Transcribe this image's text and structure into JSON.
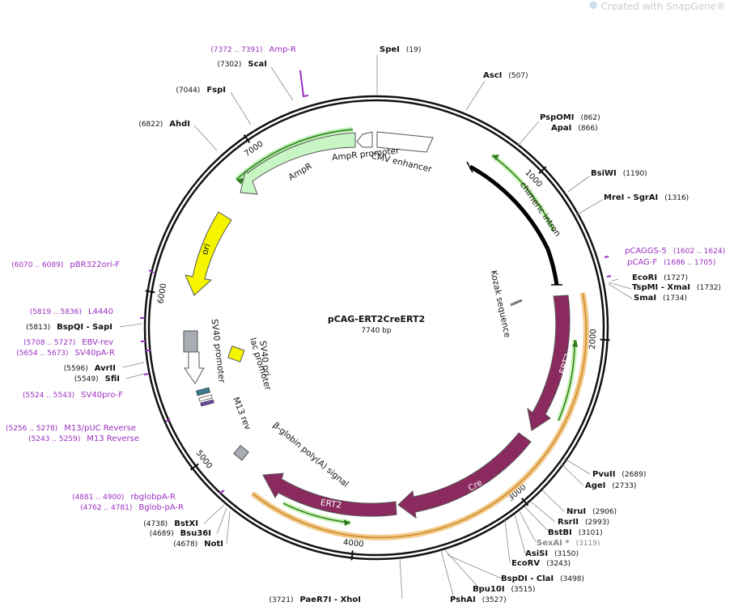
{
  "watermark": "Created with SnapGene®",
  "plasmid": {
    "name": "pCAG-ERT2CreERT2",
    "size": "7740 bp"
  },
  "ticks": [
    "1000",
    "2000",
    "3000",
    "4000",
    "5000",
    "6000",
    "7000"
  ],
  "sites": [
    {
      "name": "SpeI",
      "pos": "(19)"
    },
    {
      "name": "AscI",
      "pos": "(507)"
    },
    {
      "name": "PspOMI",
      "pos": "(862)"
    },
    {
      "name": "ApaI",
      "pos": "(866)"
    },
    {
      "name": "BsiWI",
      "pos": "(1190)"
    },
    {
      "name": "MreI  -  SgrAI",
      "pos": "(1316)"
    },
    {
      "name": "EcoRI",
      "pos": "(1727)"
    },
    {
      "name": "TspMI  -  XmaI",
      "pos": "(1732)"
    },
    {
      "name": "SmaI",
      "pos": "(1734)"
    },
    {
      "name": "PvuII",
      "pos": "(2689)"
    },
    {
      "name": "AgeI",
      "pos": "(2733)"
    },
    {
      "name": "NruI",
      "pos": "(2906)"
    },
    {
      "name": "RsrII",
      "pos": "(2993)"
    },
    {
      "name": "BstBI",
      "pos": "(3101)"
    },
    {
      "name": "SexAI *",
      "pos": "(3119)"
    },
    {
      "name": "AsiSI",
      "pos": "(3150)"
    },
    {
      "name": "EcoRV",
      "pos": "(3243)"
    },
    {
      "name": "BspDI  -  ClaI",
      "pos": "(3498)"
    },
    {
      "name": "Bpu10I",
      "pos": "(3515)"
    },
    {
      "name": "PshAI",
      "pos": "(3527)"
    },
    {
      "name": "PaeR7I  -  XhoI",
      "pos": "(3721)"
    },
    {
      "name": "NotI",
      "pos": "(4678)"
    },
    {
      "name": "Bsu36I",
      "pos": "(4689)"
    },
    {
      "name": "BstXI",
      "pos": "(4738)"
    },
    {
      "name": "SfiI",
      "pos": "(5549)"
    },
    {
      "name": "AvrII",
      "pos": "(5596)"
    },
    {
      "name": "BspQI  -  SapI",
      "pos": "(5813)"
    },
    {
      "name": "AhdI",
      "pos": "(6822)"
    },
    {
      "name": "FspI",
      "pos": "(7044)"
    },
    {
      "name": "ScaI",
      "pos": "(7302)"
    }
  ],
  "primers": [
    {
      "name": "Amp-R",
      "pos": "(7372 .. 7391)"
    },
    {
      "name": "pCAGGS-5",
      "pos": "(1602 .. 1624)"
    },
    {
      "name": "pCAG-F",
      "pos": "(1686 .. 1705)"
    },
    {
      "name": "pBR322ori-F",
      "pos": "(6070 .. 6089)"
    },
    {
      "name": "L4440",
      "pos": "(5819 .. 5836)"
    },
    {
      "name": "EBV-rev",
      "pos": "(5708 .. 5727)"
    },
    {
      "name": "SV40pA-R",
      "pos": "(5654 .. 5673)"
    },
    {
      "name": "SV40pro-F",
      "pos": "(5524 .. 5543)"
    },
    {
      "name": "M13/pUC Reverse",
      "pos": "(5256 .. 5278)"
    },
    {
      "name": "M13 Reverse",
      "pos": "(5243 .. 5259)"
    },
    {
      "name": "rbglobpA-R",
      "pos": "(4881 .. 4900)"
    },
    {
      "name": "Bglob-pA-R",
      "pos": "(4762 .. 4781)"
    }
  ],
  "features": {
    "ampr_promoter": "AmpR promoter",
    "cmv_enhancer": "CMV enhancer",
    "ampr": "AmpR",
    "chimeric_intron": "chimeric intron",
    "ori": "ori",
    "kozak": "Kozak sequence",
    "ert2_a": "ERT2",
    "cre": "Cre",
    "ert2_b": "ERT2",
    "sv40_promoter": "SV40 promoter",
    "sv40_ori": "SV40 ori",
    "lac_promoter": "lac promoter",
    "m13_rev": "M13 rev",
    "bglobin": "β-globin poly(A) signal"
  },
  "colors": {
    "backbone": "#111111",
    "primer": "#9a2fbf",
    "ampr_fill": "#c8f5c4",
    "ori_fill": "#f5f500",
    "cds_fill": "#8b2a5e",
    "orf_outline": "#e8a838",
    "orf_line": "#3a8a1a",
    "site_gray": "#888888"
  }
}
